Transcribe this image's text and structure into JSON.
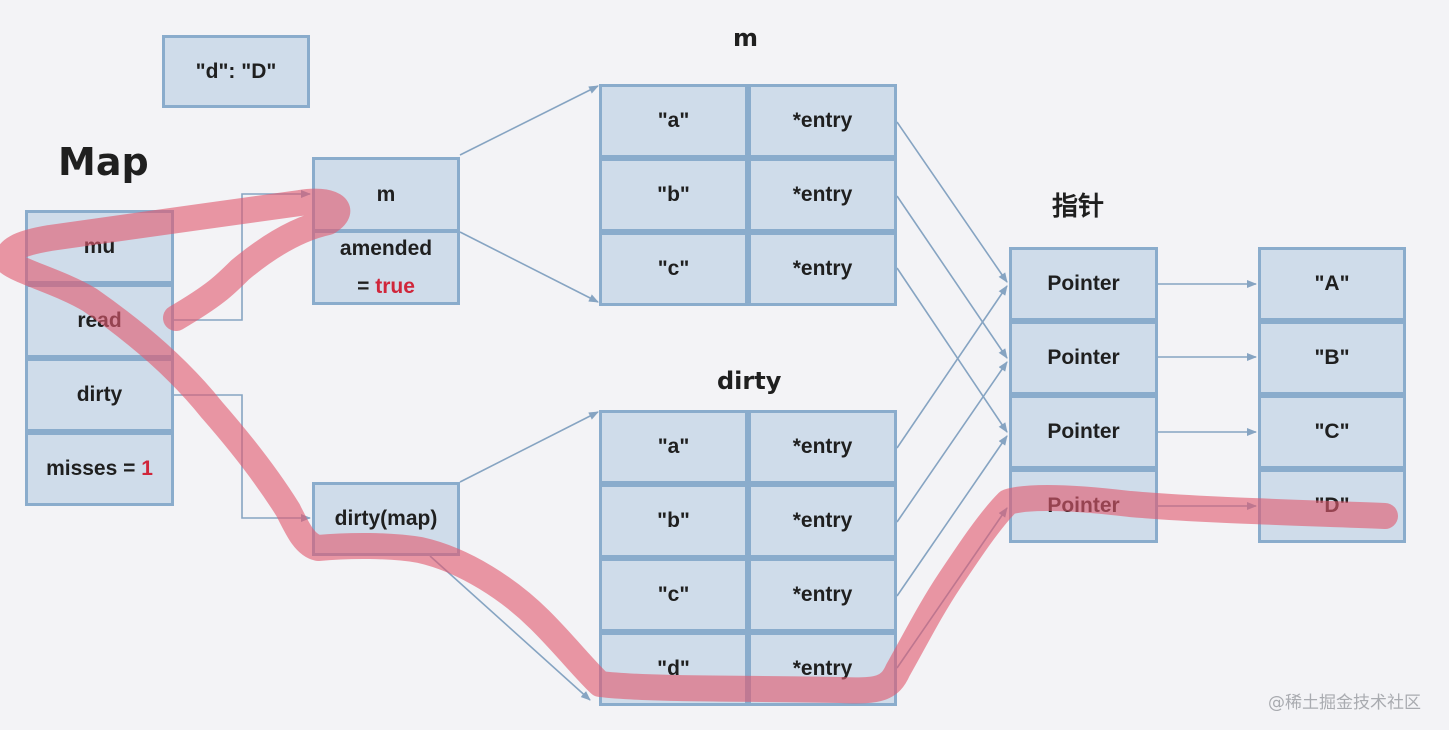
{
  "colors": {
    "cell_fill": "#cfdcea",
    "cell_border": "#8aaccc",
    "arrow": "#86a4c2",
    "highlight": "#e05a70",
    "accent": "#d0263b"
  },
  "new_entry": "\"d\": \"D\"",
  "map": {
    "title": "Map",
    "mu": "mu",
    "read": "read",
    "dirty": "dirty",
    "misses_label": "misses =",
    "misses_value": "1"
  },
  "read_only": {
    "m": "m",
    "amended_label": "amended",
    "amended_eq": "=",
    "amended_value": "true"
  },
  "dirty_box": {
    "label": "dirty(map)"
  },
  "m_table": {
    "title": "m",
    "rows": [
      {
        "key": "\"a\"",
        "val": "*entry"
      },
      {
        "key": "\"b\"",
        "val": "*entry"
      },
      {
        "key": "\"c\"",
        "val": "*entry"
      }
    ]
  },
  "dirty_table": {
    "title": "dirty",
    "rows": [
      {
        "key": "\"a\"",
        "val": "*entry"
      },
      {
        "key": "\"b\"",
        "val": "*entry"
      },
      {
        "key": "\"c\"",
        "val": "*entry"
      },
      {
        "key": "\"d\"",
        "val": "*entry"
      }
    ]
  },
  "pointers": {
    "title": "指针",
    "items": [
      "Pointer",
      "Pointer",
      "Pointer",
      "Pointer"
    ]
  },
  "values": [
    "\"A\"",
    "\"B\"",
    "\"C\"",
    "\"D\""
  ],
  "watermark": "@稀土掘金技术社区"
}
